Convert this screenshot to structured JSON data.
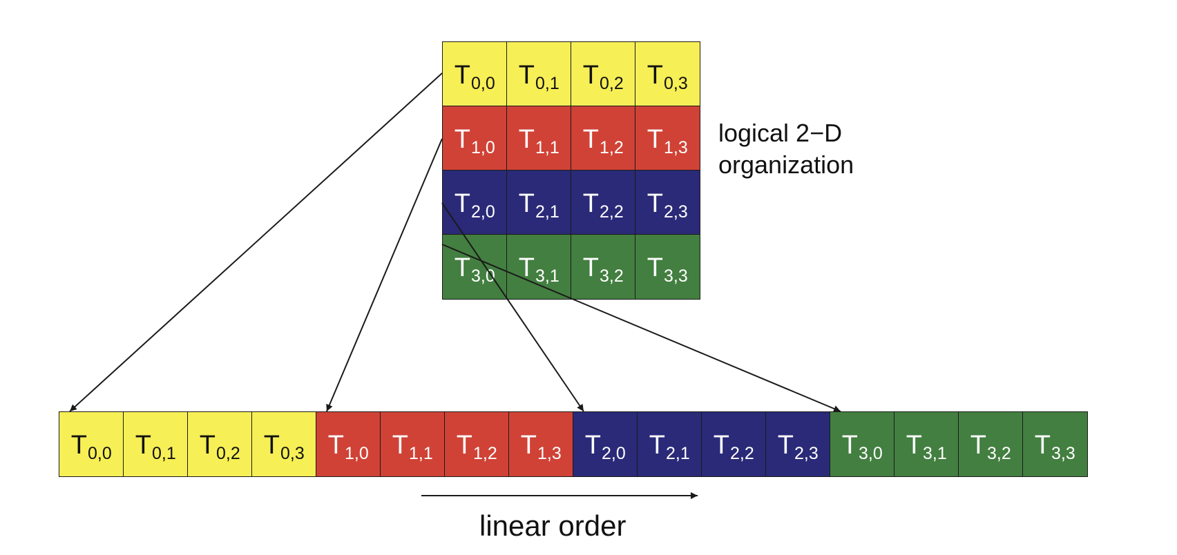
{
  "colors": {
    "row0": "#f7ef56",
    "row1": "#d04236",
    "row2": "#2a2a78",
    "row3": "#437f40",
    "text_on_light": "#111111",
    "text_on_dark": "#ffffff",
    "line": "#1a1a1a"
  },
  "grid": {
    "rows": [
      {
        "color_key": "row0",
        "cells": [
          {
            "base": "T",
            "sub": "0,0"
          },
          {
            "base": "T",
            "sub": "0,1"
          },
          {
            "base": "T",
            "sub": "0,2"
          },
          {
            "base": "T",
            "sub": "0,3"
          }
        ]
      },
      {
        "color_key": "row1",
        "cells": [
          {
            "base": "T",
            "sub": "1,0"
          },
          {
            "base": "T",
            "sub": "1,1"
          },
          {
            "base": "T",
            "sub": "1,2"
          },
          {
            "base": "T",
            "sub": "1,3"
          }
        ]
      },
      {
        "color_key": "row2",
        "cells": [
          {
            "base": "T",
            "sub": "2,0"
          },
          {
            "base": "T",
            "sub": "2,1"
          },
          {
            "base": "T",
            "sub": "2,2"
          },
          {
            "base": "T",
            "sub": "2,3"
          }
        ]
      },
      {
        "color_key": "row3",
        "cells": [
          {
            "base": "T",
            "sub": "3,0"
          },
          {
            "base": "T",
            "sub": "3,1"
          },
          {
            "base": "T",
            "sub": "3,2"
          },
          {
            "base": "T",
            "sub": "3,3"
          }
        ]
      }
    ]
  },
  "linear": {
    "cells": [
      {
        "base": "T",
        "sub": "0,0",
        "color_key": "row0"
      },
      {
        "base": "T",
        "sub": "0,1",
        "color_key": "row0"
      },
      {
        "base": "T",
        "sub": "0,2",
        "color_key": "row0"
      },
      {
        "base": "T",
        "sub": "0,3",
        "color_key": "row0"
      },
      {
        "base": "T",
        "sub": "1,0",
        "color_key": "row1"
      },
      {
        "base": "T",
        "sub": "1,1",
        "color_key": "row1"
      },
      {
        "base": "T",
        "sub": "1,2",
        "color_key": "row1"
      },
      {
        "base": "T",
        "sub": "1,3",
        "color_key": "row1"
      },
      {
        "base": "T",
        "sub": "2,0",
        "color_key": "row2"
      },
      {
        "base": "T",
        "sub": "2,1",
        "color_key": "row2"
      },
      {
        "base": "T",
        "sub": "2,2",
        "color_key": "row2"
      },
      {
        "base": "T",
        "sub": "2,3",
        "color_key": "row2"
      },
      {
        "base": "T",
        "sub": "3,0",
        "color_key": "row3"
      },
      {
        "base": "T",
        "sub": "3,1",
        "color_key": "row3"
      },
      {
        "base": "T",
        "sub": "3,2",
        "color_key": "row3"
      },
      {
        "base": "T",
        "sub": "3,3",
        "color_key": "row3"
      }
    ]
  },
  "mapping": [
    {
      "grid_row": 0,
      "linear_index": 0
    },
    {
      "grid_row": 1,
      "linear_index": 4
    },
    {
      "grid_row": 2,
      "linear_index": 8
    },
    {
      "grid_row": 3,
      "linear_index": 12
    }
  ],
  "labels": {
    "logical": "logical 2−D\norganization",
    "linear": "linear order"
  }
}
